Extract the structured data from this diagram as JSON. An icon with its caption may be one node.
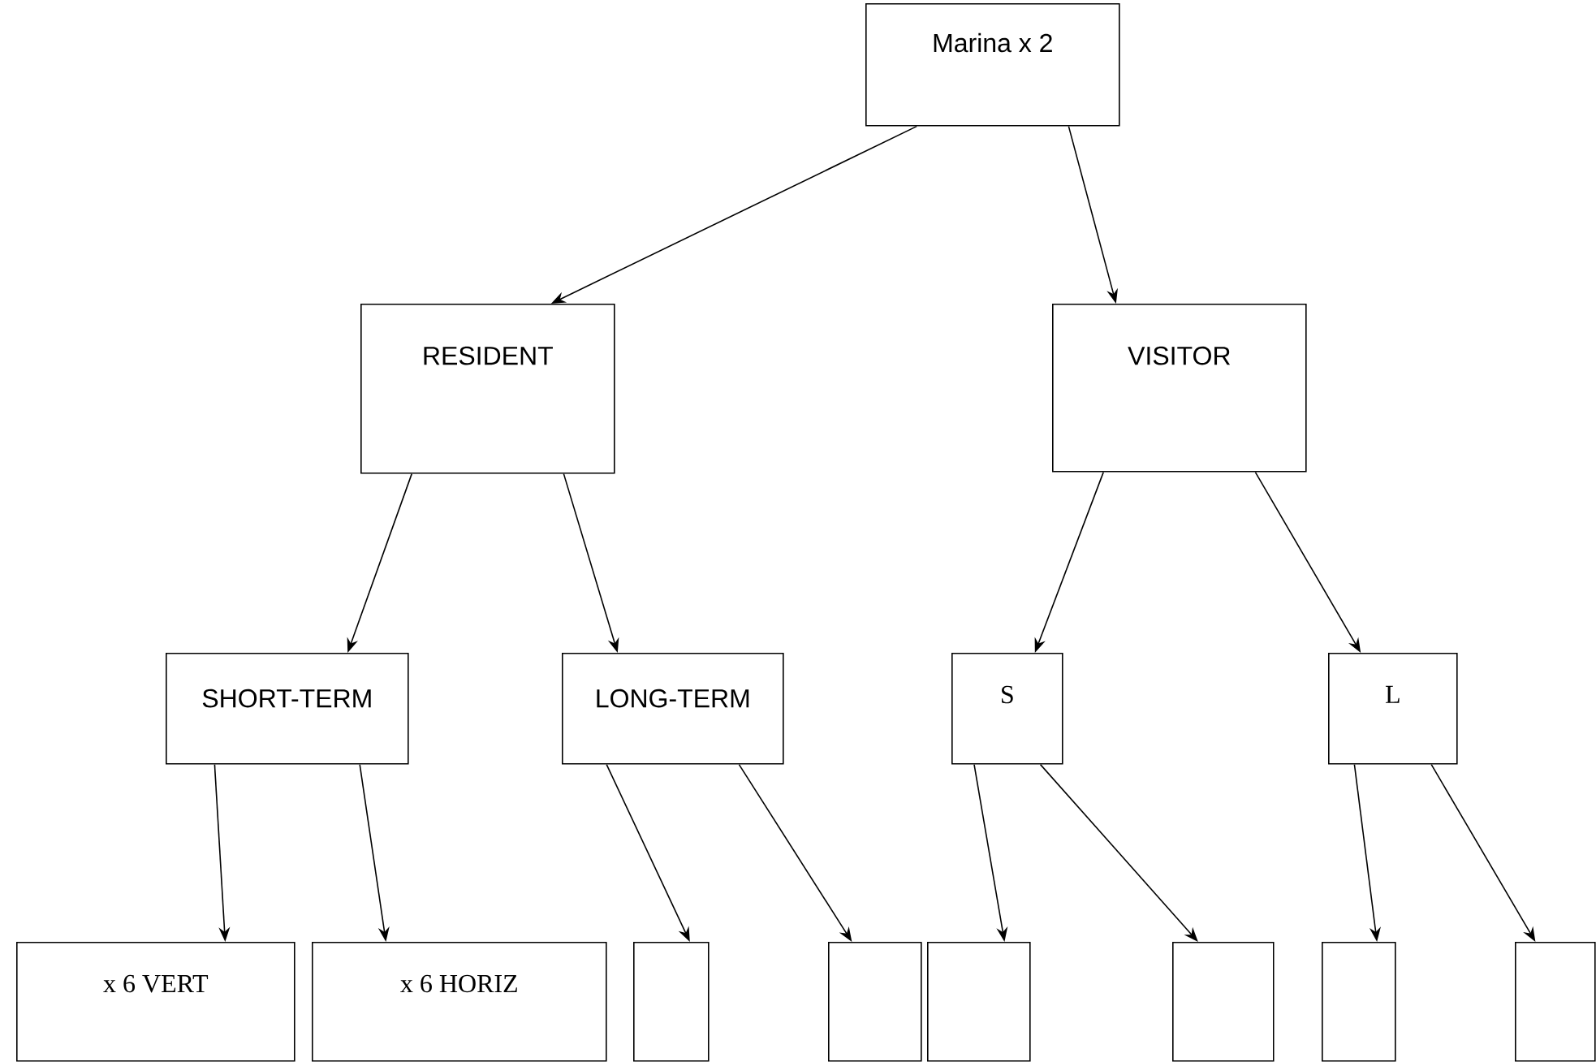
{
  "diagram": {
    "nodes": [
      {
        "text": [
          "Marina x 2"
        ]
      },
      {
        "text": [
          "RESIDENT"
        ]
      },
      {
        "text": [
          "VISITOR"
        ]
      },
      {
        "text": [
          "SHORT-TERM"
        ]
      },
      {
        "text": [
          "LONG-TERM"
        ]
      },
      {
        "text": [
          "S"
        ]
      },
      {
        "text": [
          "L"
        ]
      },
      {
        "text": [
          "x 6 VERT"
        ]
      },
      {
        "text": [
          "x 6 HORIZ"
        ]
      },
      {
        "text": [],
        "shape": "box"
      },
      {
        "text": [],
        "shape": "box"
      },
      {
        "text": [],
        "shape": "box"
      },
      {
        "text": [],
        "shape": "box"
      },
      {
        "text": [],
        "shape": "box"
      },
      {
        "text": [],
        "shape": "box"
      }
    ],
    "edges": [
      {
        "from": 0,
        "to": 1,
        "arrow": "to"
      },
      {
        "from": 0,
        "to": 2,
        "arrow": "to"
      },
      {
        "from": 1,
        "to": 3,
        "arrow": "to"
      },
      {
        "from": 1,
        "to": 4,
        "arrow": "to"
      },
      {
        "from": 2,
        "to": 5,
        "arrow": "to"
      },
      {
        "from": 2,
        "to": 6,
        "arrow": "to"
      },
      {
        "from": 3,
        "to": 7,
        "arrow": "to"
      },
      {
        "from": 3,
        "to": 8,
        "arrow": "to"
      },
      {
        "from": 4,
        "to": 9,
        "arrow": "to"
      },
      {
        "from": 4,
        "to": 10,
        "arrow": "to"
      },
      {
        "from": 5,
        "to": 11,
        "arrow": "to"
      },
      {
        "from": 5,
        "to": 12,
        "arrow": "to"
      },
      {
        "from": 6,
        "to": 13,
        "arrow": "to"
      },
      {
        "from": 6,
        "to": 14,
        "arrow": "to"
      }
    ]
  }
}
